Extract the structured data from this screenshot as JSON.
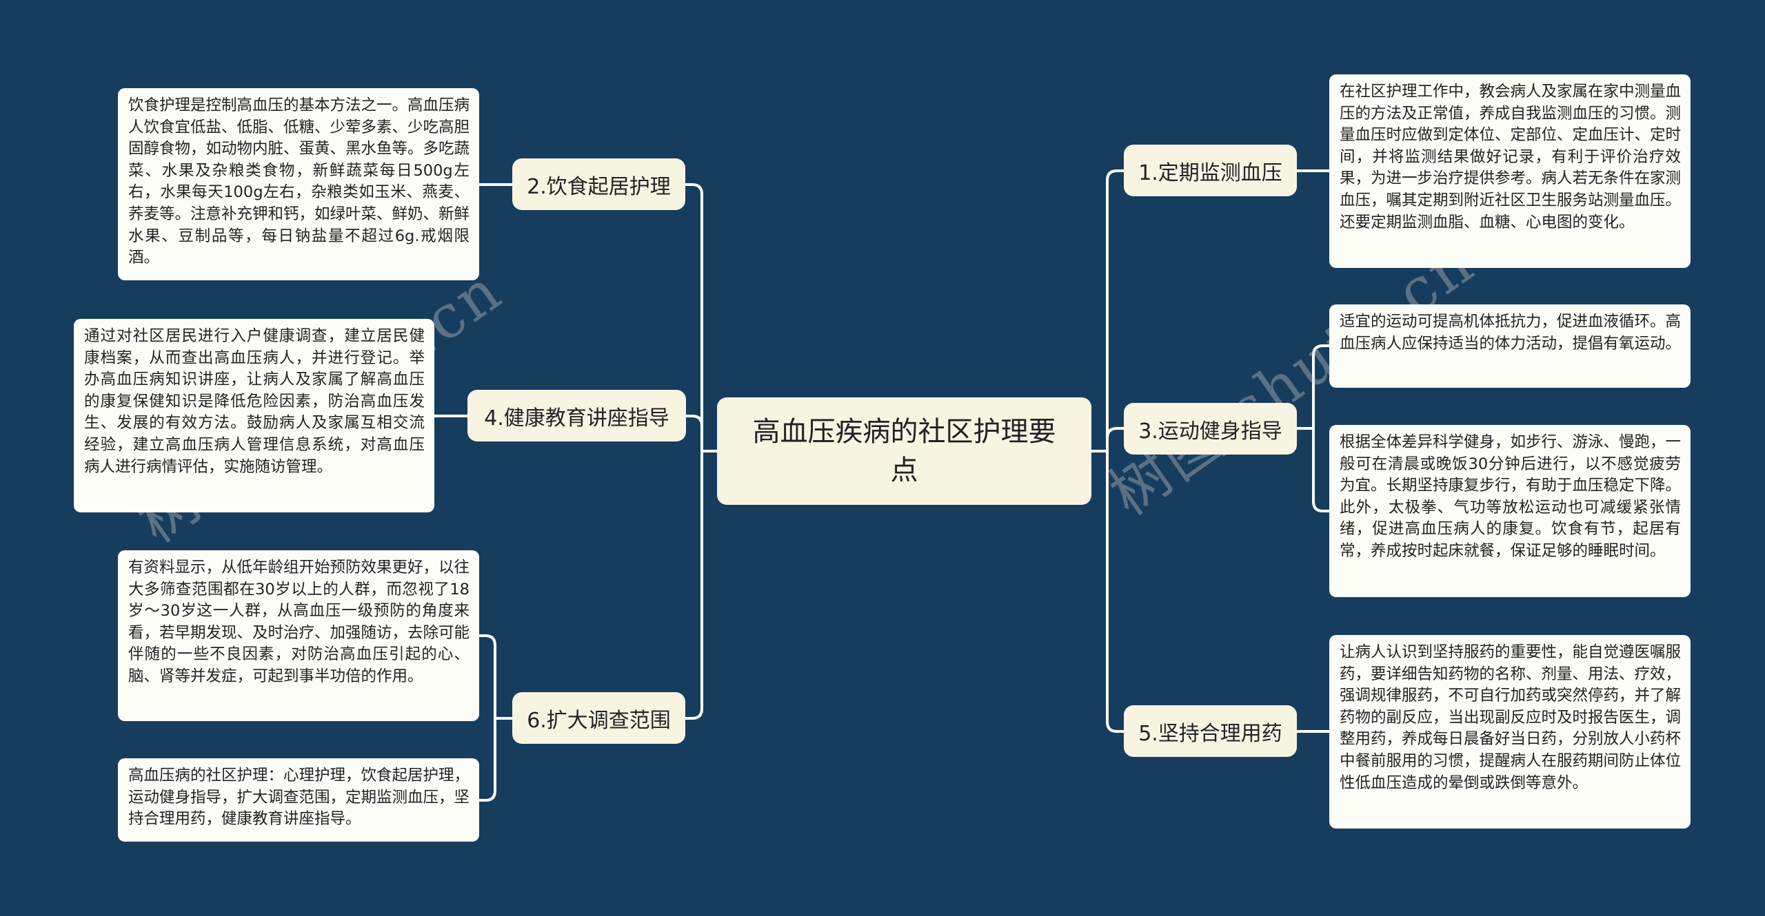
{
  "center": {
    "title": "高血压疾病的社区护理要点"
  },
  "colors": {
    "background": "#173d5e",
    "node_fill": "#f8f4e2",
    "leaf_fill": "#fdfdf8",
    "connector": "#ffffff",
    "text": "#222222"
  },
  "branches": {
    "b1": {
      "label": "1.定期监测血压",
      "side": "right",
      "leaves": [
        "在社区护理工作中，教会病人及家属在家中测量血压的方法及正常值，养成自我监测血压的习惯。测量血压时应做到定体位、定部位、定血压计、定时间，并将监测结果做好记录，有利于评价治疗效果，为进一步治疗提供参考。病人若无条件在家测血压，嘱其定期到附近社区卫生服务站测量血压。还要定期监测血脂、血糖、心电图的变化。"
      ]
    },
    "b2": {
      "label": "2.饮食起居护理",
      "side": "left",
      "leaves": [
        "饮食护理是控制高血压的基本方法之一。高血压病人饮食宜低盐、低脂、低糖、少荤多素、少吃高胆固醇食物，如动物内脏、蛋黄、黑水鱼等。多吃蔬菜、水果及杂粮类食物，新鲜蔬菜每日500g左右，水果每天100g左右，杂粮类如玉米、燕麦、荞麦等。注意补充钾和钙，如绿叶菜、鲜奶、新鲜水果、豆制品等，每日钠盐量不超过6g.戒烟限酒。"
      ]
    },
    "b3": {
      "label": "3.运动健身指导",
      "side": "right",
      "leaves": [
        "适宜的运动可提高机体抵抗力，促进血液循环。高血压病人应保持适当的体力活动，提倡有氧运动。",
        "根据全体差异科学健身，如步行、游泳、慢跑，一般可在清晨或晚饭30分钟后进行，以不感觉疲劳为宜。长期坚持康复步行，有助于血压稳定下降。此外，太极拳、气功等放松运动也可减缓紧张情绪，促进高血压病人的康复。饮食有节，起居有常，养成按时起床就餐，保证足够的睡眠时间。"
      ]
    },
    "b4": {
      "label": "4.健康教育讲座指导",
      "side": "left",
      "leaves": [
        "通过对社区居民进行入户健康调查，建立居民健康档案，从而查出高血压病人，并进行登记。举办高血压病知识讲座，让病人及家属了解高血压的康复保健知识是降低危险因素，防治高血压发生、发展的有效方法。鼓励病人及家属互相交流经验，建立高血压病人管理信息系统，对高血压病人进行病情评估，实施随访管理。"
      ]
    },
    "b5": {
      "label": "5.坚持合理用药",
      "side": "right",
      "leaves": [
        "让病人认识到坚持服药的重要性，能自觉遵医嘱服药，要详细告知药物的名称、剂量、用法、疗效，强调规律服药，不可自行加药或突然停药，并了解药物的副反应，当出现副反应时及时报告医生，调整用药，养成每日晨备好当日药，分别放人小药杯中餐前服用的习惯，提醒病人在服药期间防止体位性低血压造成的晕倒或跌倒等意外。"
      ]
    },
    "b6": {
      "label": "6.扩大调查范围",
      "side": "left",
      "leaves": [
        "有资料显示，从低年龄组开始预防效果更好，以往大多筛查范围都在30岁以上的人群，而忽视了18岁～30岁这一人群，从高血压一级预防的角度来看，若早期发现、及时治疗、加强随访，去除可能伴随的一些不良因素，对防治高血压引起的心、脑、肾等并发症，可起到事半功倍的作用。",
        "高血压病的社区护理：心理护理，饮食起居护理，运动健身指导，扩大调查范围，定期监测血压，坚持合理用药，健康教育讲座指导。"
      ]
    }
  },
  "watermark": {
    "text": "树图 shutu.cn"
  }
}
